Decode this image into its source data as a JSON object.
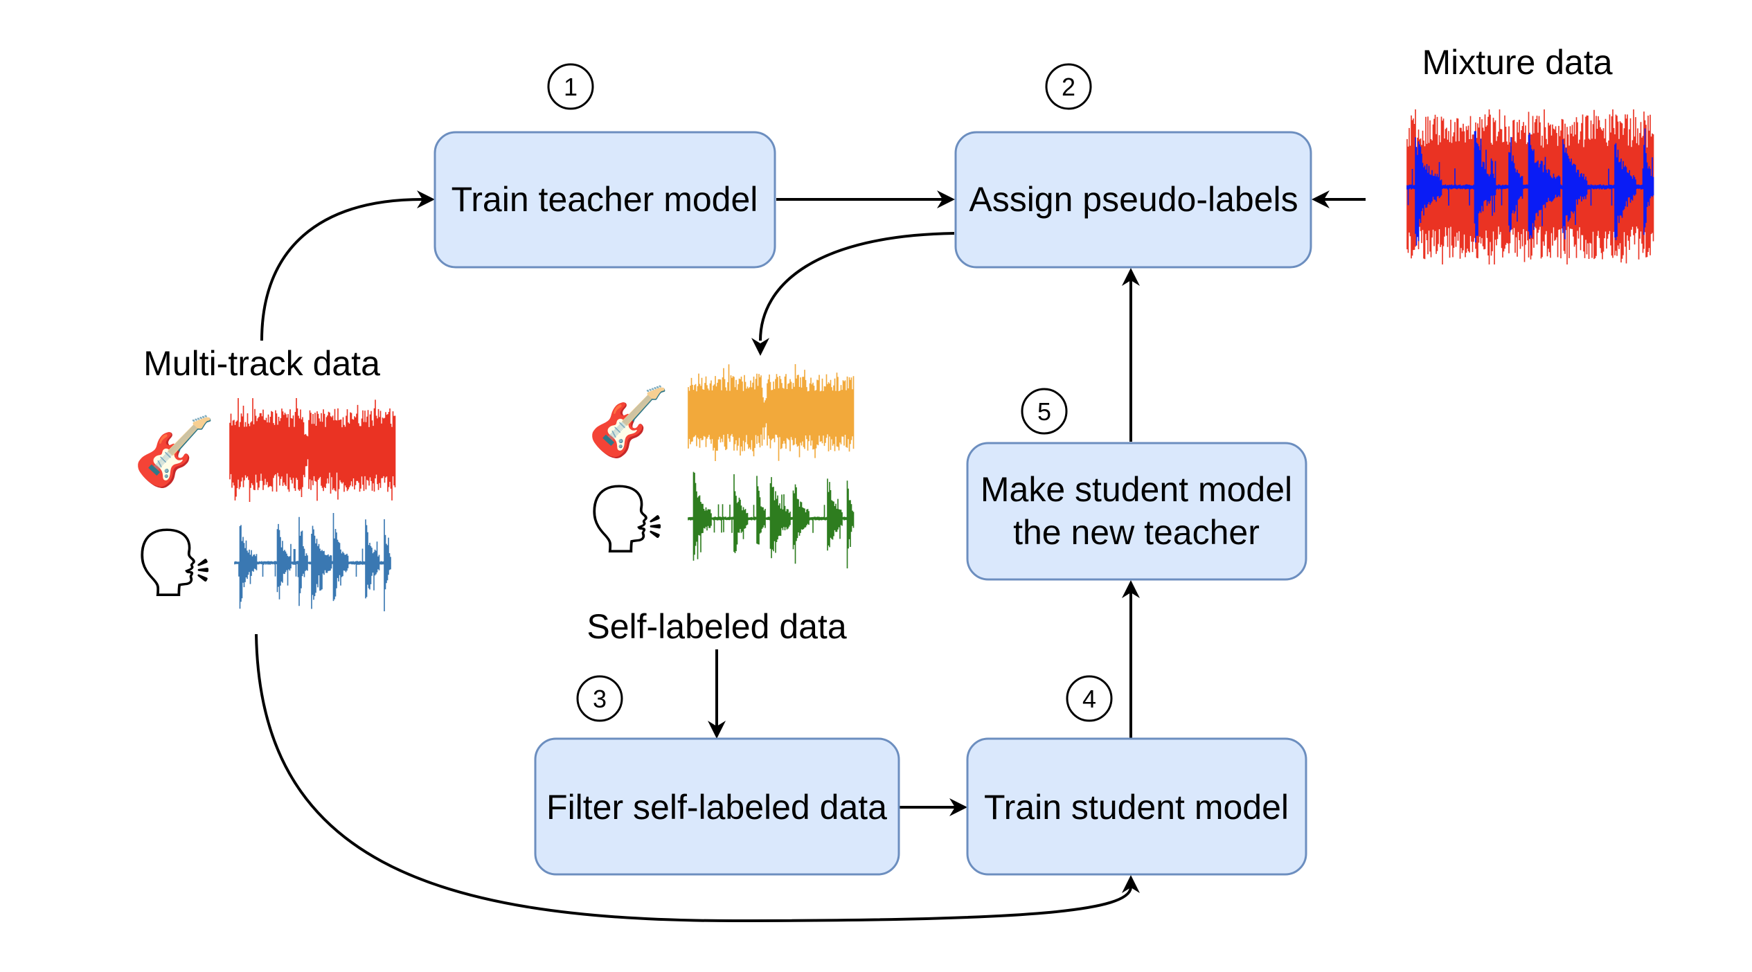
{
  "title": "Iterative teacher-student self-training pipeline for source separation",
  "steps": [
    {
      "number": "1",
      "label": "Train teacher model"
    },
    {
      "number": "2",
      "label": "Assign pseudo-labels"
    },
    {
      "number": "3",
      "label": "Filter self-labeled data"
    },
    {
      "number": "4",
      "label": "Train student model"
    },
    {
      "number": "5",
      "label_lines": [
        "Make student model",
        "the new teacher"
      ]
    }
  ],
  "data_sources": {
    "multitrack": {
      "label": "Multi-track data",
      "tracks": [
        {
          "icon": "guitar-icon",
          "glyph": "🎸",
          "waveform_color": "#ea3323",
          "kind": "guitar"
        },
        {
          "icon": "speaking-head-icon",
          "glyph": "🗣",
          "waveform_color": "#3a78b2",
          "kind": "vocals"
        }
      ]
    },
    "self_labeled": {
      "label": "Self-labeled data",
      "tracks": [
        {
          "icon": "guitar-icon",
          "glyph": "🎸",
          "waveform_color": "#f2a93b",
          "kind": "guitar"
        },
        {
          "icon": "speaking-head-icon",
          "glyph": "🗣",
          "waveform_color": "#2e7d1f",
          "kind": "vocals"
        }
      ]
    },
    "mixture": {
      "label": "Mixture data",
      "waveform_colors": {
        "background": "#ea3323",
        "foreground": "#0a1cf5"
      }
    }
  },
  "edges": [
    {
      "from": "multitrack-data",
      "to": "train-teacher-model"
    },
    {
      "from": "train-teacher-model",
      "to": "assign-pseudo-labels"
    },
    {
      "from": "mixture-data",
      "to": "assign-pseudo-labels"
    },
    {
      "from": "assign-pseudo-labels",
      "to": "self-labeled-data"
    },
    {
      "from": "self-labeled-data",
      "to": "filter-self-labeled-data"
    },
    {
      "from": "filter-self-labeled-data",
      "to": "train-student-model"
    },
    {
      "from": "multitrack-data",
      "to": "train-student-model"
    },
    {
      "from": "train-student-model",
      "to": "make-student-new-teacher"
    },
    {
      "from": "make-student-new-teacher",
      "to": "assign-pseudo-labels"
    }
  ],
  "colors": {
    "box_fill": "#dae8fc",
    "box_stroke": "#6c8ebf",
    "edge": "#000000"
  }
}
